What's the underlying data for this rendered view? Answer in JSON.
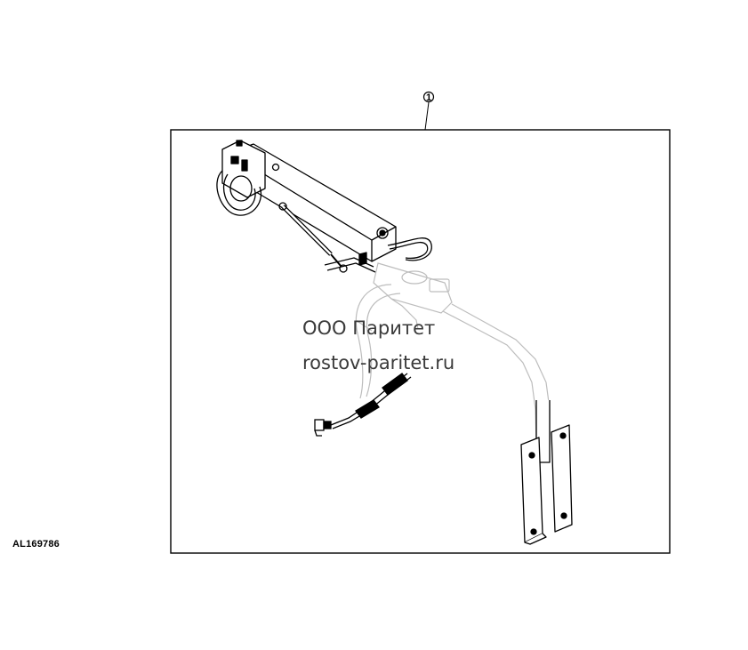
{
  "figure_id": "AL169786",
  "callout": {
    "number": "1"
  },
  "watermark": {
    "line1": "ООО Паритет",
    "line2": "rostov-paritet.ru"
  }
}
